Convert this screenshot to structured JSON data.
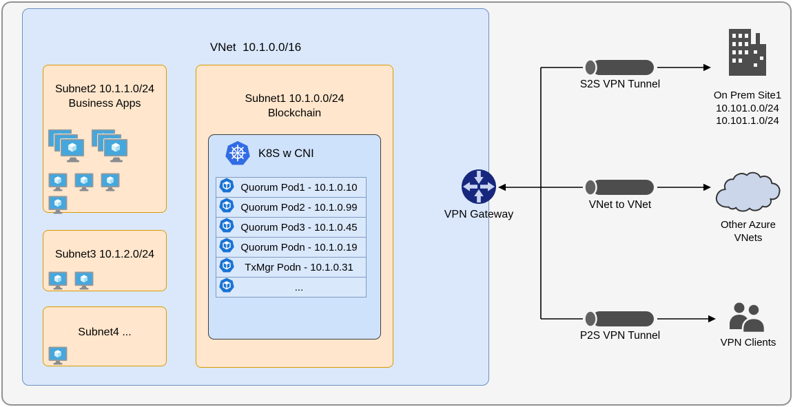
{
  "colors": {
    "vnet_fill": "#dbe8fc",
    "vnet_border": "#6c8ebf",
    "subnet_fill": "#ffe6cc",
    "subnet_border": "#d79b00",
    "k8s_box_fill": "#cfe2fb",
    "k8s_box_border": "#3d3d3d",
    "pod_row_fill": "#dae8fc",
    "pod_row_border": "#7d9bc1",
    "kubernetes_blue": "#326ce5",
    "pod_blue": "#1a73d4",
    "gateway_navy": "#17277d",
    "tunnel_gray": "#4d4d4d",
    "icon_gray": "#4d4d4d",
    "cloud_fill": "#ccd6ea",
    "vm_screen_blue": "#45a7dc"
  },
  "vnet": {
    "title": "VNet  10.1.0.0/16",
    "subnet2": {
      "line1": "Subnet2 10.1.1.0/24",
      "line2": "Business Apps"
    },
    "subnet3": {
      "title": "Subnet3 10.1.2.0/24"
    },
    "subnet4": {
      "title": "Subnet4 ..."
    },
    "subnet1": {
      "line1": "Subnet1 10.1.0.0/24",
      "line2": "Blockchain"
    },
    "k8s": {
      "title": "K8S w CNI",
      "icon": "kubernetes-icon",
      "pods": [
        "Quorum Pod1 - 10.1.0.10",
        "Quorum Pod2 - 10.1.0.99",
        "Quorum Pod3 - 10.1.0.45",
        "Quorum Podn - 10.1.0.19",
        "TxMgr Podn - 10.1.0.31",
        "..."
      ]
    }
  },
  "gateway": {
    "label": "VPN Gateway",
    "icon": "vpn-gateway-icon"
  },
  "connections": {
    "s2s": {
      "tunnel_label": "S2S VPN Tunnel",
      "target": {
        "icon": "building-icon",
        "lines": [
          "On Prem Site1",
          "10.101.0.0/24",
          "10.101.1.0/24"
        ]
      }
    },
    "vnet2vnet": {
      "tunnel_label": "VNet to VNet",
      "target": {
        "icon": "cloud-icon",
        "lines": [
          "Other Azure",
          "VNets"
        ]
      }
    },
    "p2s": {
      "tunnel_label": "P2S VPN Tunnel",
      "target": {
        "icon": "people-icon",
        "lines": [
          "VPN Clients"
        ]
      }
    }
  }
}
